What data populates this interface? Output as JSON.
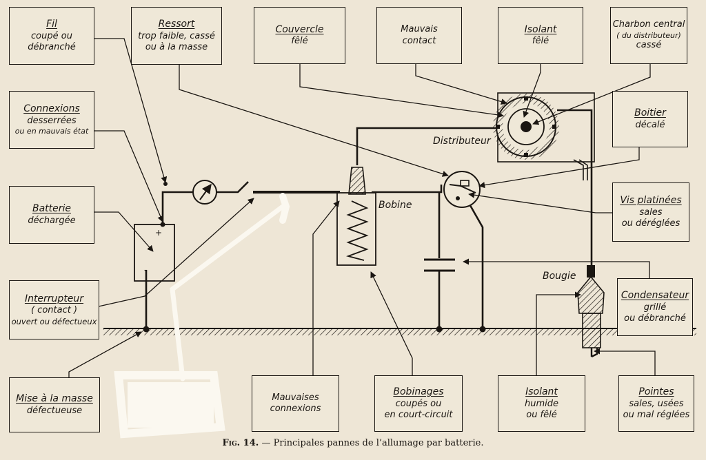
{
  "boxes": {
    "fil": {
      "title": "Fil",
      "lines": [
        "coupé ou",
        "débranché"
      ]
    },
    "ressort": {
      "title": "Ressort",
      "lines": [
        "trop faible, cassé",
        "ou à la masse"
      ]
    },
    "couvercle": {
      "title": "Couvercle",
      "lines": [
        "fêlé"
      ]
    },
    "mauvais_contact": {
      "title": "",
      "lines": [
        "Mauvais",
        "contact"
      ]
    },
    "isolant_fele": {
      "title": "Isolant",
      "lines": [
        "fêlé"
      ]
    },
    "charbon": {
      "title": "",
      "lines": [
        "Charbon central",
        "( du distributeur)",
        "cassé"
      ]
    },
    "connexions": {
      "title": "Connexions",
      "lines": [
        "desserrées",
        "ou en mauvais état"
      ]
    },
    "boitier": {
      "title": "Boitier",
      "lines": [
        "décalé"
      ]
    },
    "batterie": {
      "title": "Batterie",
      "lines": [
        "déchargée"
      ]
    },
    "vis": {
      "title": "Vis platinées",
      "lines": [
        "sales",
        "ou déréglées"
      ]
    },
    "interrupteur": {
      "title": "Interrupteur",
      "lines": [
        "( contact )",
        "ouvert ou défectueux"
      ]
    },
    "condensateur": {
      "title": "Condensateur",
      "lines": [
        "grillé",
        "ou débranché"
      ]
    },
    "mise_masse": {
      "title": "Mise à la masse",
      "lines": [
        "défectueuse"
      ]
    },
    "mauvaises": {
      "title": "",
      "lines": [
        "Mauvaises",
        "connexions"
      ]
    },
    "bobinages": {
      "title": "Bobinages",
      "lines": [
        "coupés ou",
        "en court-circuit"
      ]
    },
    "isolant_humide": {
      "title": "Isolant",
      "lines": [
        "humide",
        "ou fêlé"
      ]
    },
    "pointes": {
      "title": "Pointes",
      "lines": [
        "sales, usées",
        "ou mal réglées"
      ]
    }
  },
  "labels": {
    "distributeur": "Distributeur",
    "bobine": "Bobine",
    "bougie": "Bougie",
    "plus": "+",
    "minus": "-"
  },
  "caption": {
    "fig": "Fig. 14.",
    "text": "— Principales pannes de l’allumage par batterie."
  }
}
